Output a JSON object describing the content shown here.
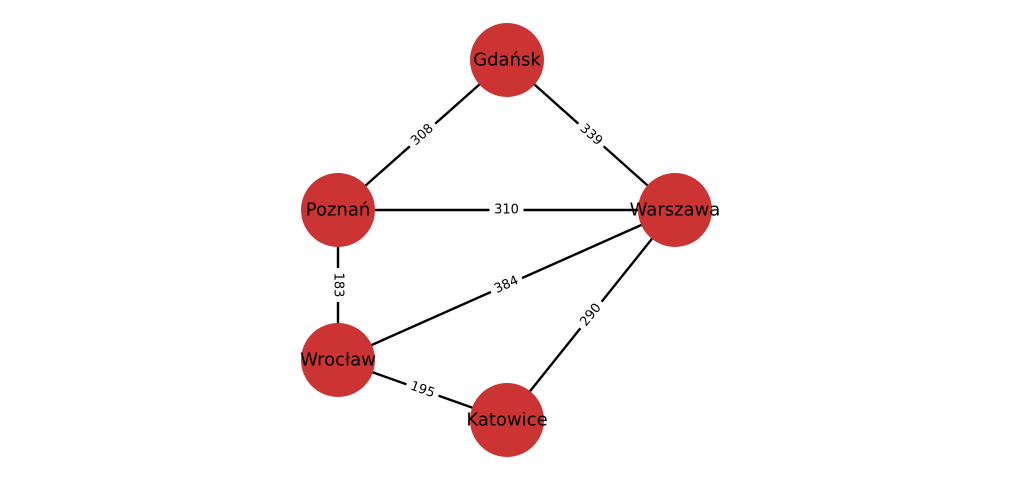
{
  "graph": {
    "node_color": "#cc3333",
    "edge_color": "#000000",
    "nodes": [
      "Gdańsk",
      "Poznań",
      "Warszawa",
      "Wrocław",
      "Katowice"
    ],
    "edges": [
      {
        "source": "Gdańsk",
        "target": "Poznań",
        "weight": "308"
      },
      {
        "source": "Gdańsk",
        "target": "Warszawa",
        "weight": "339"
      },
      {
        "source": "Poznań",
        "target": "Warszawa",
        "weight": "310"
      },
      {
        "source": "Poznań",
        "target": "Wrocław",
        "weight": "183"
      },
      {
        "source": "Wrocław",
        "target": "Warszawa",
        "weight": "384"
      },
      {
        "source": "Warszawa",
        "target": "Katowice",
        "weight": "290"
      },
      {
        "source": "Wrocław",
        "target": "Katowice",
        "weight": "195"
      }
    ]
  }
}
